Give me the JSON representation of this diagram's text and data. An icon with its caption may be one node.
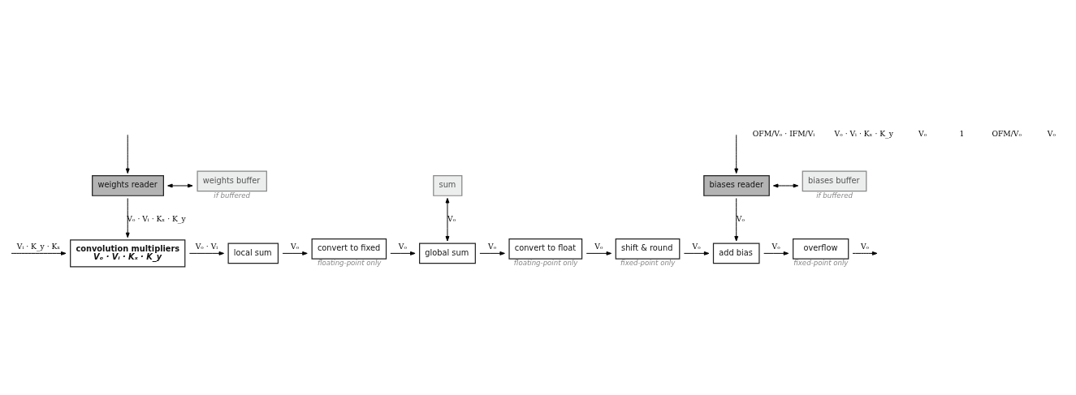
{
  "diagram": {
    "nodes": [
      {
        "text": [
          "weights reader"
        ]
      },
      {
        "text": [
          "weights buffer"
        ],
        "beside": [
          "if buffered"
        ]
      },
      {
        "text": [
          "sum"
        ]
      },
      {
        "text": [
          "biases reader"
        ]
      },
      {
        "text": [
          "biases buffer"
        ],
        "beside": [
          "if buffered"
        ]
      },
      {
        "text": [
          "convolution multipliers",
          "Vₒ · Vᵢ · Kₓ · K_y"
        ]
      },
      {
        "text": [
          "local sum"
        ]
      },
      {
        "text": [
          "convert to fixed"
        ],
        "beside": [
          "floating-point only"
        ]
      },
      {
        "text": [
          "global sum"
        ]
      },
      {
        "text": [
          "convert to float"
        ],
        "beside": [
          "floating-point only"
        ]
      },
      {
        "text": [
          "shift & round"
        ],
        "beside": [
          "fixed-point only"
        ]
      },
      {
        "text": [
          "add bias"
        ]
      },
      {
        "text": [
          "overflow"
        ],
        "beside": [
          "fixed-point only"
        ]
      }
    ],
    "edges": [
      {
        "from": null,
        "to": 0,
        "arrow": "to"
      },
      {
        "from": 0,
        "to": 1,
        "arrow": "both"
      },
      {
        "from": null,
        "to": 3,
        "arrow": "to"
      },
      {
        "from": 3,
        "to": 4,
        "arrow": "both"
      },
      {
        "from": 2,
        "to": 8,
        "arrow": "both",
        "label": "Vₒ"
      },
      {
        "from": 0,
        "to": 5,
        "arrow": "to",
        "label": "Vₒ · Vᵢ · Kₓ · K_y"
      },
      {
        "from": null,
        "to": 5,
        "arrow": "to",
        "label": "Vᵢ · K_y · Kₓ"
      },
      {
        "from": 5,
        "to": 6,
        "arrow": "to",
        "label": "Vₒ · Vᵢ"
      },
      {
        "from": 6,
        "to": 7,
        "arrow": "to",
        "label": "Vₒ"
      },
      {
        "from": 7,
        "to": 8,
        "arrow": "to",
        "label": "Vₒ"
      },
      {
        "from": 8,
        "to": 9,
        "arrow": "to",
        "label": "Vₒ"
      },
      {
        "from": 9,
        "to": 10,
        "arrow": "to",
        "label": "Vₒ"
      },
      {
        "from": 10,
        "to": 11,
        "arrow": "to",
        "label": "Vₒ"
      },
      {
        "from": 3,
        "to": 11,
        "arrow": "to",
        "label": "Vₒ"
      },
      {
        "from": 11,
        "to": 12,
        "arrow": "to",
        "label": "Vₒ"
      },
      {
        "from": 12,
        "to": null,
        "arrow": "to",
        "label": "Vₒ"
      }
    ],
    "labels": [
      "OFM/Vₒ · IFM/Vᵢ",
      "Vₒ · Vᵢ · Kₓ · K_y",
      "Vₒ",
      "1",
      "OFM/Vₒ",
      "Vₒ"
    ]
  }
}
